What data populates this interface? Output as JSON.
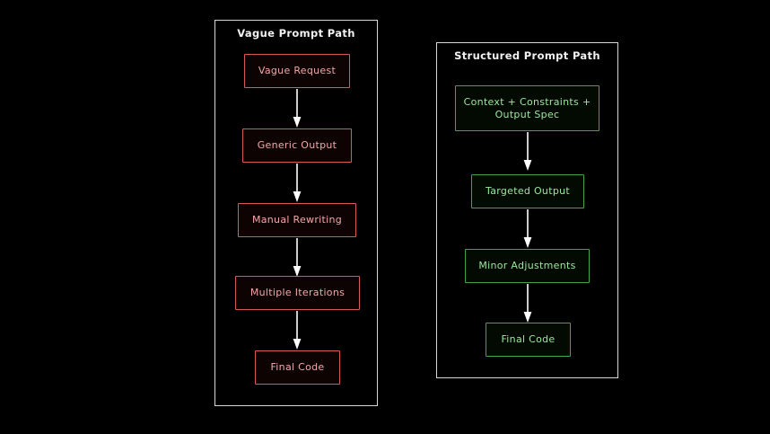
{
  "diagram": {
    "background_color": "#000000",
    "arrow_color": "#ffffff",
    "subgraphs": [
      {
        "id": "vague",
        "title": "Vague Prompt Path",
        "border_color": "#d8d8d8",
        "node_border_color": "#d65a5a",
        "node_text_color": "#f3a8a8",
        "nodes": [
          {
            "id": "vague-request",
            "label": "Vague Request"
          },
          {
            "id": "generic-output",
            "label": "Generic Output"
          },
          {
            "id": "manual-rewriting",
            "label": "Manual Rewriting"
          },
          {
            "id": "multiple-iterations",
            "label": "Multiple Iterations"
          },
          {
            "id": "final-code-red",
            "label": "Final Code"
          }
        ]
      },
      {
        "id": "structured",
        "title": "Structured Prompt Path",
        "border_color": "#d8d8d8",
        "node_border_color": "#41a744",
        "node_text_color": "#9ce89c",
        "nodes": [
          {
            "id": "context-constraints",
            "label": "Context + Constraints + Output Spec"
          },
          {
            "id": "targeted-output",
            "label": "Targeted Output"
          },
          {
            "id": "minor-adjustments",
            "label": "Minor Adjustments"
          },
          {
            "id": "final-code-green",
            "label": "Final Code"
          }
        ]
      }
    ]
  }
}
